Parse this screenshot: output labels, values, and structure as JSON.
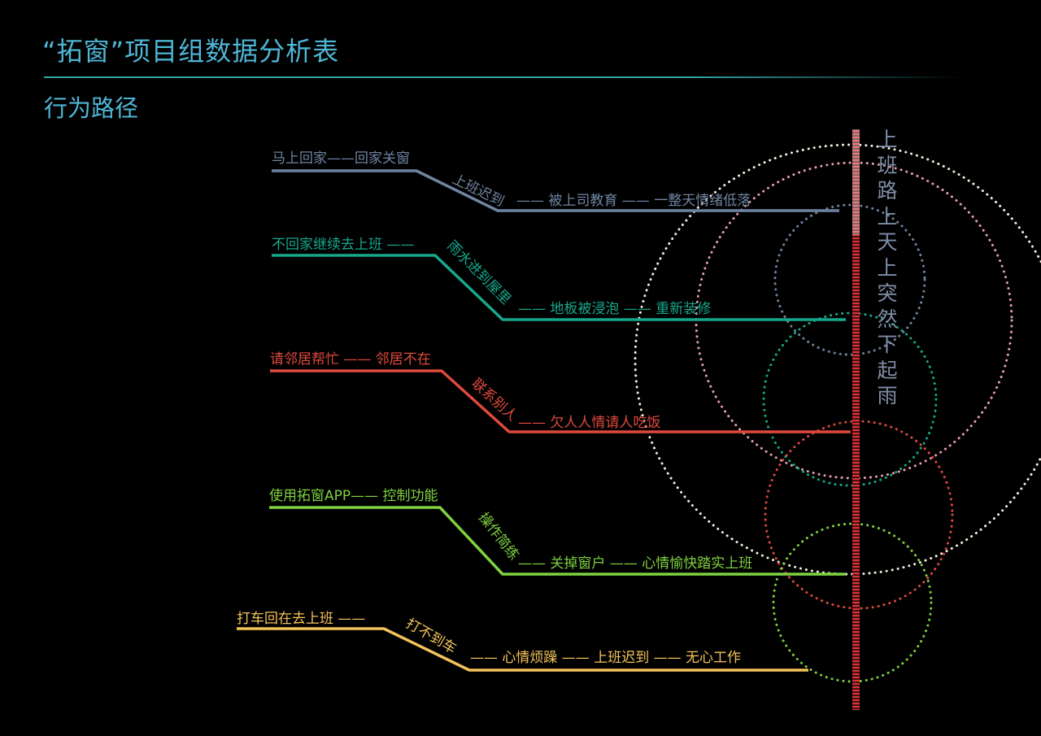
{
  "header": {
    "title": "“拓窗”项目组数据分析表",
    "subtitle": "行为路径"
  },
  "side_title": {
    "text": "上班路上天上突然下起雨"
  },
  "colors": {
    "accent": "#4fb6d6",
    "rule": "#33a9a6",
    "timeline": "#d7343a",
    "side_text": "#7e8ea6"
  },
  "paths": [
    {
      "color": "#6f84a2",
      "start": "马上回家——回家关窗",
      "diagonal": "上班迟到",
      "end": "—— 被上司教育 —— 一整天情绪低落"
    },
    {
      "color": "#17a88b",
      "start": "不回家继续去上班 ——",
      "diagonal": "雨水进到屋里",
      "end": "—— 地板被浸泡 —— 重新装修"
    },
    {
      "color": "#e0493d",
      "start": "请邻居帮忙 —— 邻居不在",
      "diagonal": "联系别人",
      "end": "—— 欠人人情请人吃饭"
    },
    {
      "color": "#7ed13f",
      "start": "使用拓窗APP—— 控制功能",
      "diagonal": "操作简练",
      "end": "—— 关掉窗户 —— 心情愉快踏实上班"
    },
    {
      "color": "#f3c35a",
      "start": "打车回在去上班 ——",
      "diagonal": "打不到车",
      "end": "—— 心情烦躁 —— 上班迟到 —— 无心工作"
    }
  ]
}
